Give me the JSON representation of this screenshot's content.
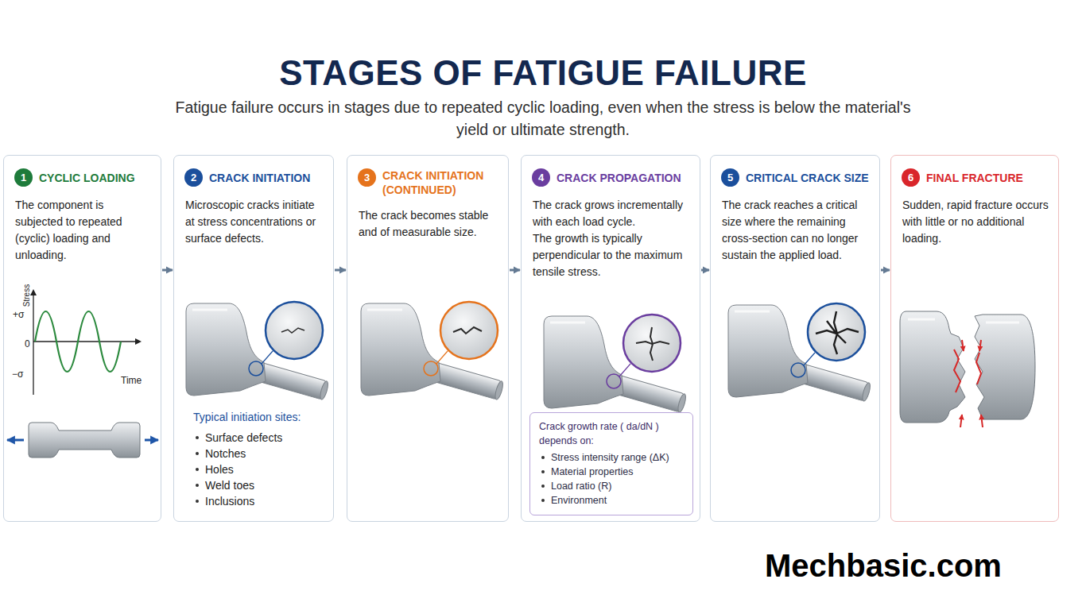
{
  "diagram": {
    "title": "STAGES OF FATIGUE FAILURE",
    "caption": "Fatigue failure occurs in stages due to repeated cyclic loading, even when the stress is below the material's yield or ultimate strength.",
    "nodes": [
      {
        "text": [
          "CYCLIC LOADING",
          "The component is subjected to repeated (cyclic) loading and unloading."
        ]
      },
      {
        "text": [
          "1"
        ],
        "in": 0
      },
      {
        "text": [
          "CRACK INITIATION",
          "Microscopic cracks initiate at stress concentrations or surface defects.",
          "Typical initiation sites:",
          "Surface defects",
          "Notches",
          "Holes",
          "Weld toes",
          "Inclusions"
        ]
      },
      {
        "text": [
          "2"
        ],
        "in": 2
      },
      {
        "text": [
          "CRACK INITIATION (CONTINUED)",
          "The crack becomes stable and of measurable size."
        ]
      },
      {
        "text": [
          "3"
        ],
        "in": 4
      },
      {
        "text": [
          "CRACK PROPAGATION",
          "The crack grows incrementally with each load cycle.",
          "The growth is typically perpendicular to the maximum tensile stress."
        ]
      },
      {
        "text": [
          "4"
        ],
        "in": 6
      },
      {
        "text": [
          "Crack growth rate ( da/dN ) depends on:",
          "Stress intensity range (ΔK)",
          "Material properties",
          "Load ratio (R)",
          "Environment"
        ],
        "in": 6
      },
      {
        "text": [
          "CRITICAL CRACK SIZE",
          "The crack reaches a critical size where the remaining cross-section can no longer sustain the applied load."
        ]
      },
      {
        "text": [
          "5"
        ],
        "in": 9
      },
      {
        "text": [
          "FINAL FRACTURE",
          "Sudden, rapid fracture occurs with little or no additional loading."
        ]
      },
      {
        "text": [
          "6"
        ],
        "in": 11
      }
    ],
    "edges": [
      {
        "from": 0,
        "to": 2,
        "arrow": "to"
      },
      {
        "from": 2,
        "to": 4,
        "arrow": "to"
      },
      {
        "from": 4,
        "to": 6,
        "arrow": "to"
      },
      {
        "from": 6,
        "to": 9,
        "arrow": "to"
      },
      {
        "from": 9,
        "to": 11,
        "arrow": "to"
      }
    ],
    "labels": [
      "+σ",
      "0",
      "−σ",
      "Stress",
      "Time",
      "Mechbasic.com"
    ]
  }
}
